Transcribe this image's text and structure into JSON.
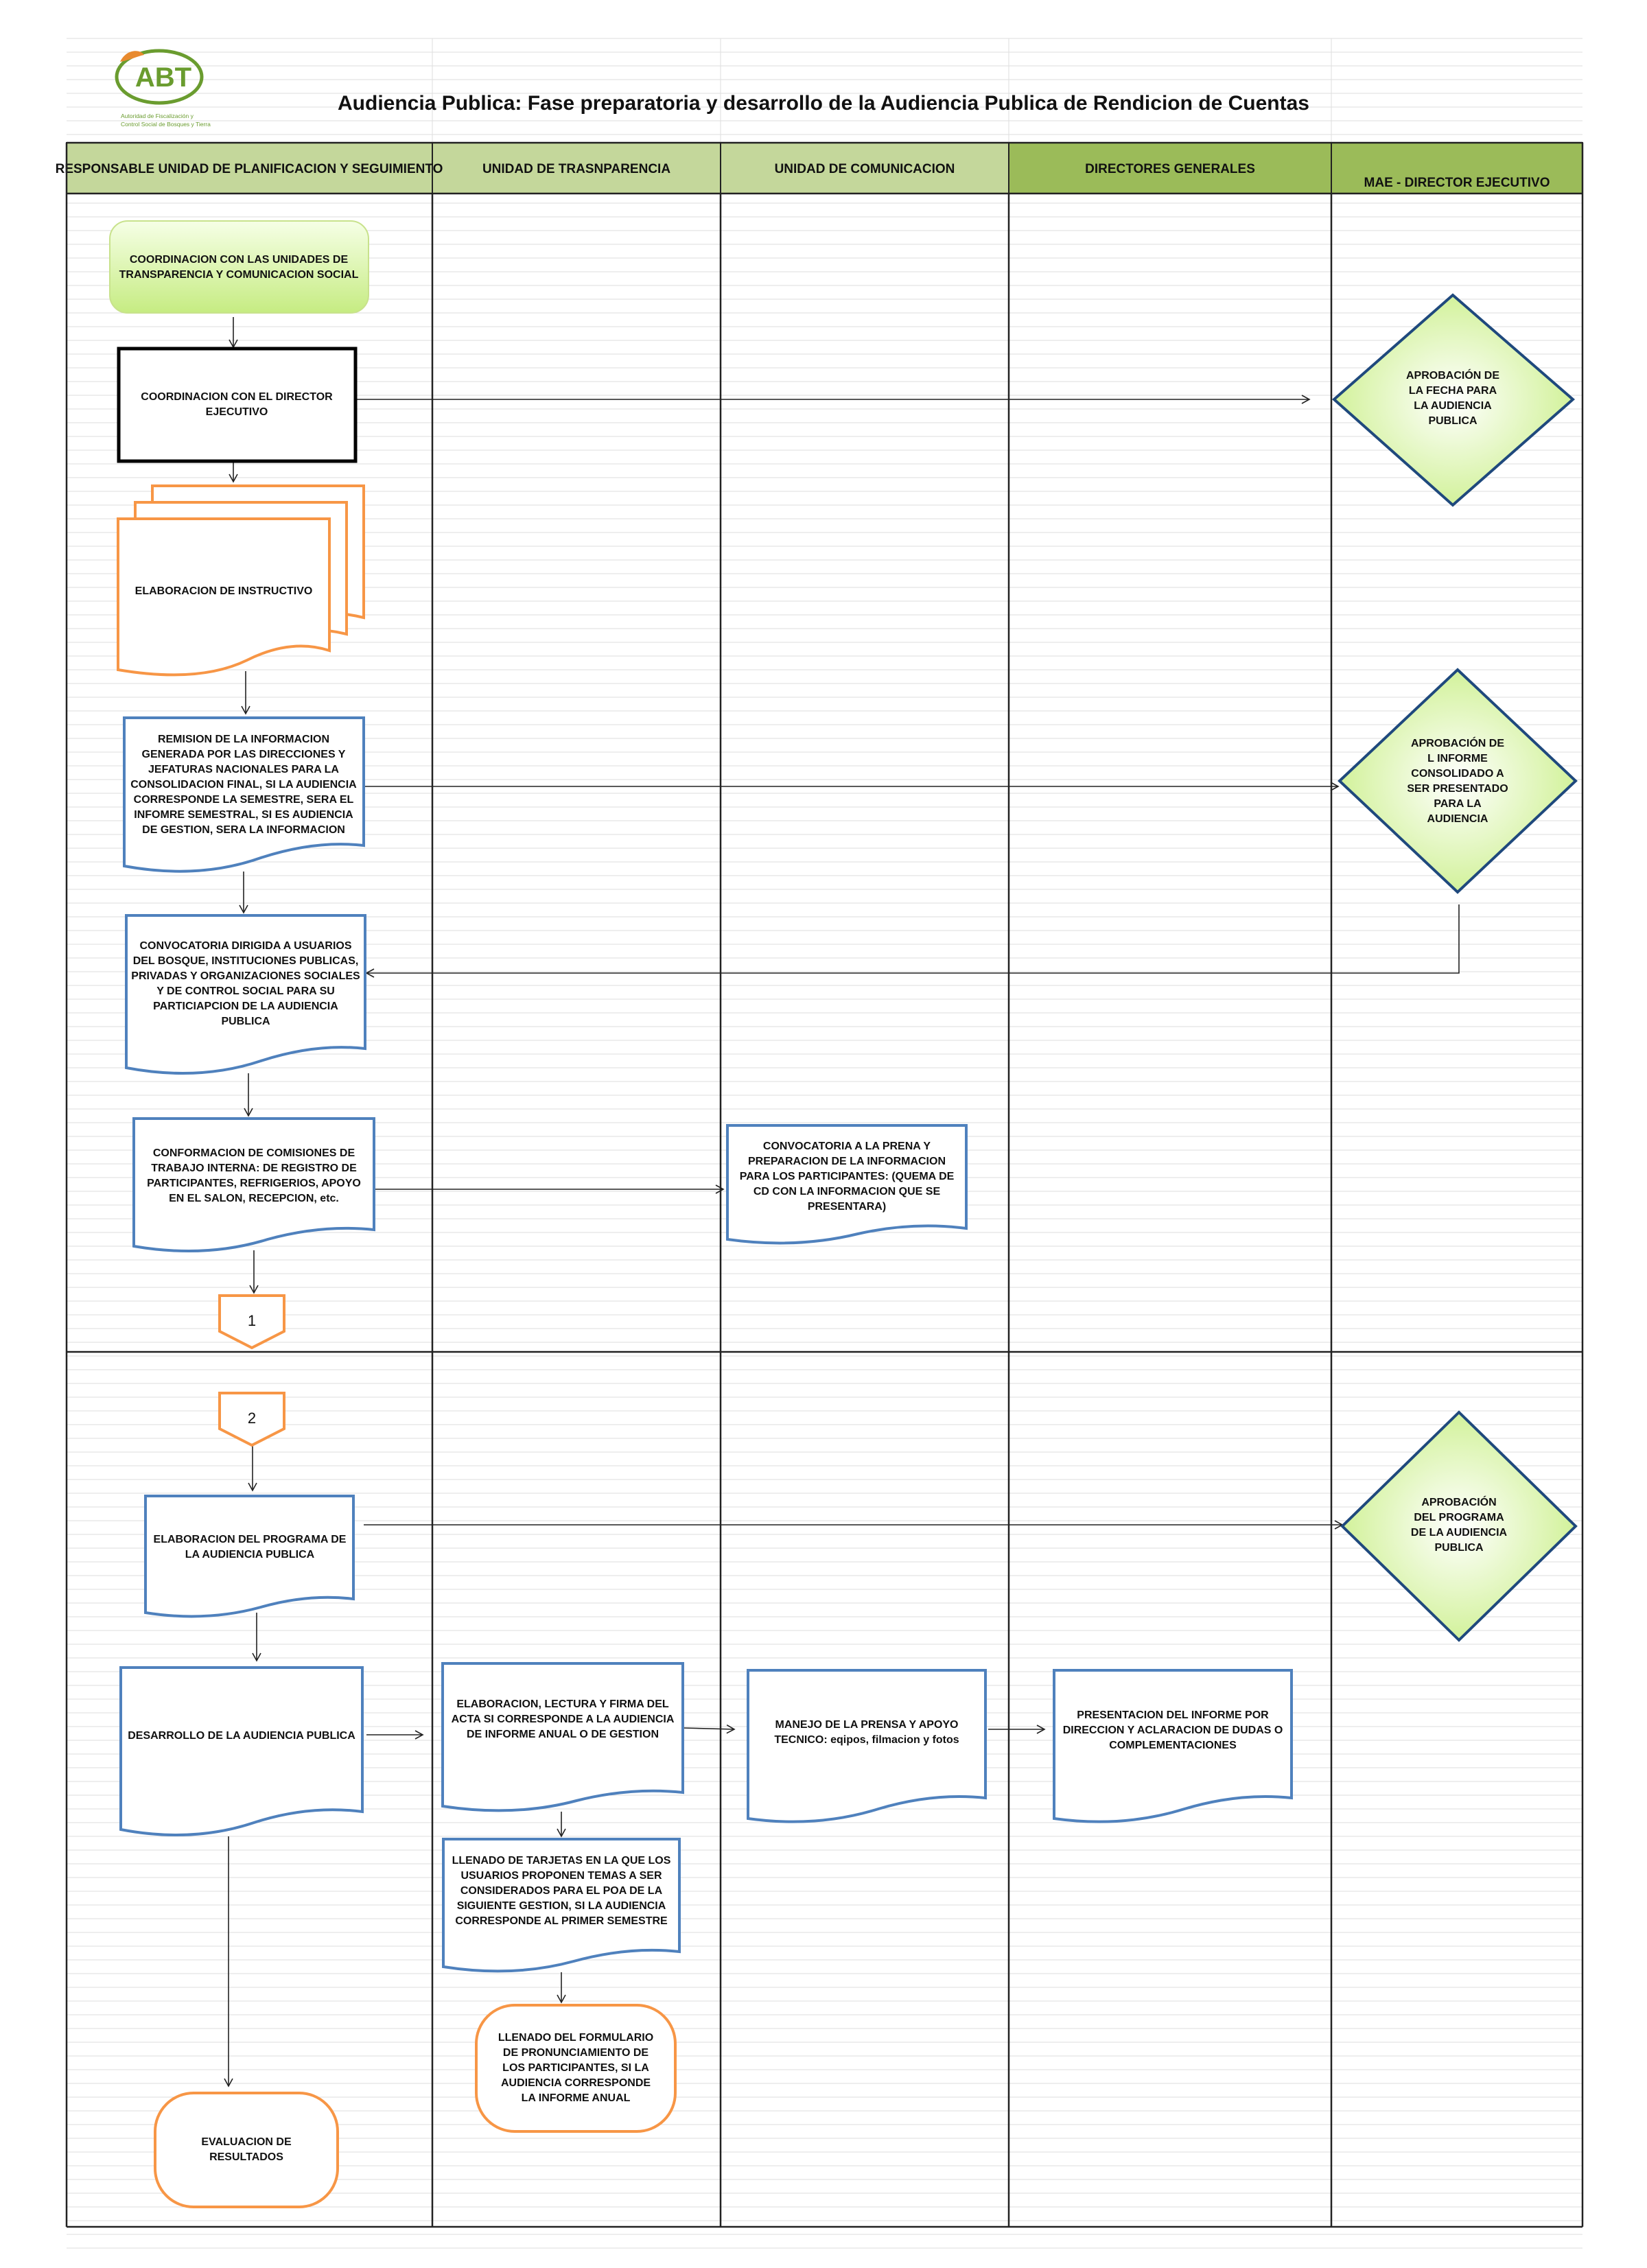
{
  "header": {
    "logo_text": "ABT",
    "logo_subtitle_1": "Autoridad de Fiscalización y",
    "logo_subtitle_2": "Control Social de Bosques y Tierra",
    "title": "Audiencia Publica: Fase preparatoria y desarrollo de la Audiencia Publica de Rendicion de Cuentas"
  },
  "lanes": [
    "RESPONSABLE UNIDAD DE PLANIFICACION Y SEGUIMIENTO",
    "UNIDAD DE TRASNPARENCIA",
    "UNIDAD DE COMUNICACION",
    "DIRECTORES GENERALES",
    "MAE - DIRECTOR EJECUTIVO"
  ],
  "nodes": {
    "n1": [
      "COORDINACION CON LAS UNIDADES  DE",
      "TRANSPARENCIA Y COMUNICACION SOCIAL"
    ],
    "n2": [
      "COORDINACION CON EL DIRECTOR",
      "EJECUTIVO"
    ],
    "n3": [
      "ELABORACION DE INSTRUCTIVO"
    ],
    "n4": [
      "REMISION DE LA INFORMACION",
      "GENERADA POR LAS DIRECCIONES Y",
      "JEFATURAS NACIONALES PARA LA",
      "CONSOLIDACION FINAL, SI LA AUDIENCIA",
      "CORRESPONDE LA SEMESTRE, SERA EL",
      "INFOMRE SEMESTRAL, SI ES AUDIENCIA",
      "DE GESTION, SERA LA INFORMACION"
    ],
    "n5": [
      "CONVOCATORIA  DIRIGIDA A USUARIOS",
      "DEL BOSQUE, INSTITUCIONES PUBLICAS,",
      "PRIVADAS Y ORGANIZACIONES SOCIALES",
      "Y DE CONTROL SOCIAL PARA  SU",
      "PARTICIAPCION DE LA AUDIENCIA",
      "PUBLICA"
    ],
    "n6": [
      "CONFORMACION DE COMISIONES DE",
      "TRABAJO INTERNA: DE REGISTRO DE",
      "PARTICIPANTES, REFRIGERIOS, APOYO",
      "EN EL SALON, RECEPCION, etc."
    ],
    "n7": [
      "CONVOCATORIA A LA PRENA Y",
      "PREPARACION DE LA INFORMACION",
      "PARA LOS PARTICIPANTES: (QUEMA DE",
      "CD CON LA INFORMACION QUE SE",
      "PRESENTARA)"
    ],
    "c1": [
      "1"
    ],
    "c2": [
      "2"
    ],
    "d1": [
      "APROBACIÓN DE",
      "LA FECHA  PARA",
      "LA AUDIENCIA",
      "PUBLICA"
    ],
    "d2": [
      "APROBACIÓN DE",
      "L  INFORME",
      "CONSOLIDADO  A",
      "SER PRESENTADO",
      "PARA LA",
      "AUDIENCIA"
    ],
    "d3": [
      "APROBACIÓN",
      "DEL PROGRAMA",
      "DE LA AUDIENCIA",
      "PUBLICA"
    ],
    "n8": [
      "ELABORACION DEL PROGRAMA DE",
      "LA AUDIENCIA PUBLICA"
    ],
    "n9": [
      "DESARROLLO DE LA AUDIENCIA PUBLICA"
    ],
    "n10": [
      "ELABORACION, LECTURA Y FIRMA DEL",
      "ACTA SI CORRESPONDE A LA AUDIENCIA",
      "DE INFORME ANUAL O DE GESTION"
    ],
    "n11": [
      "MANEJO DE LA PRENSA Y APOYO",
      "TECNICO: eqipos, filmacion y fotos"
    ],
    "n12": [
      "PRESENTACION DEL INFORME POR",
      "DIRECCION Y ACLARACION DE DUDAS O",
      "COMPLEMENTACIONES"
    ],
    "n13": [
      "LLENADO DE TARJETAS  EN LA QUE LOS",
      "USUARIOS  PROPONEN  TEMAS A SER",
      "CONSIDERADOS PARA EL POA DE LA",
      "SIGUIENTE GESTION,  SI LA AUDIENCIA",
      "CORRESPONDE AL PRIMER  SEMESTRE"
    ],
    "n14": [
      "LLENADO DEL FORMULARIO",
      "DE PRONUNCIAMIENTO DE",
      "LOS PARTICIPANTES, SI LA",
      "AUDIENCIA  CORRESPONDE",
      "LA  INFORME ANUAL"
    ],
    "n15": [
      "EVALUACION DE",
      "RESULTADOS"
    ]
  },
  "colors": {
    "lane_header_light": "#c4d79b",
    "lane_header_dark": "#9bbb59",
    "blue_border": "#4f81bd",
    "orange_border": "#f79646",
    "green_fill": "#d7f5a0",
    "logo_green": "#6a9c2f",
    "logo_orange": "#e88a2e"
  }
}
